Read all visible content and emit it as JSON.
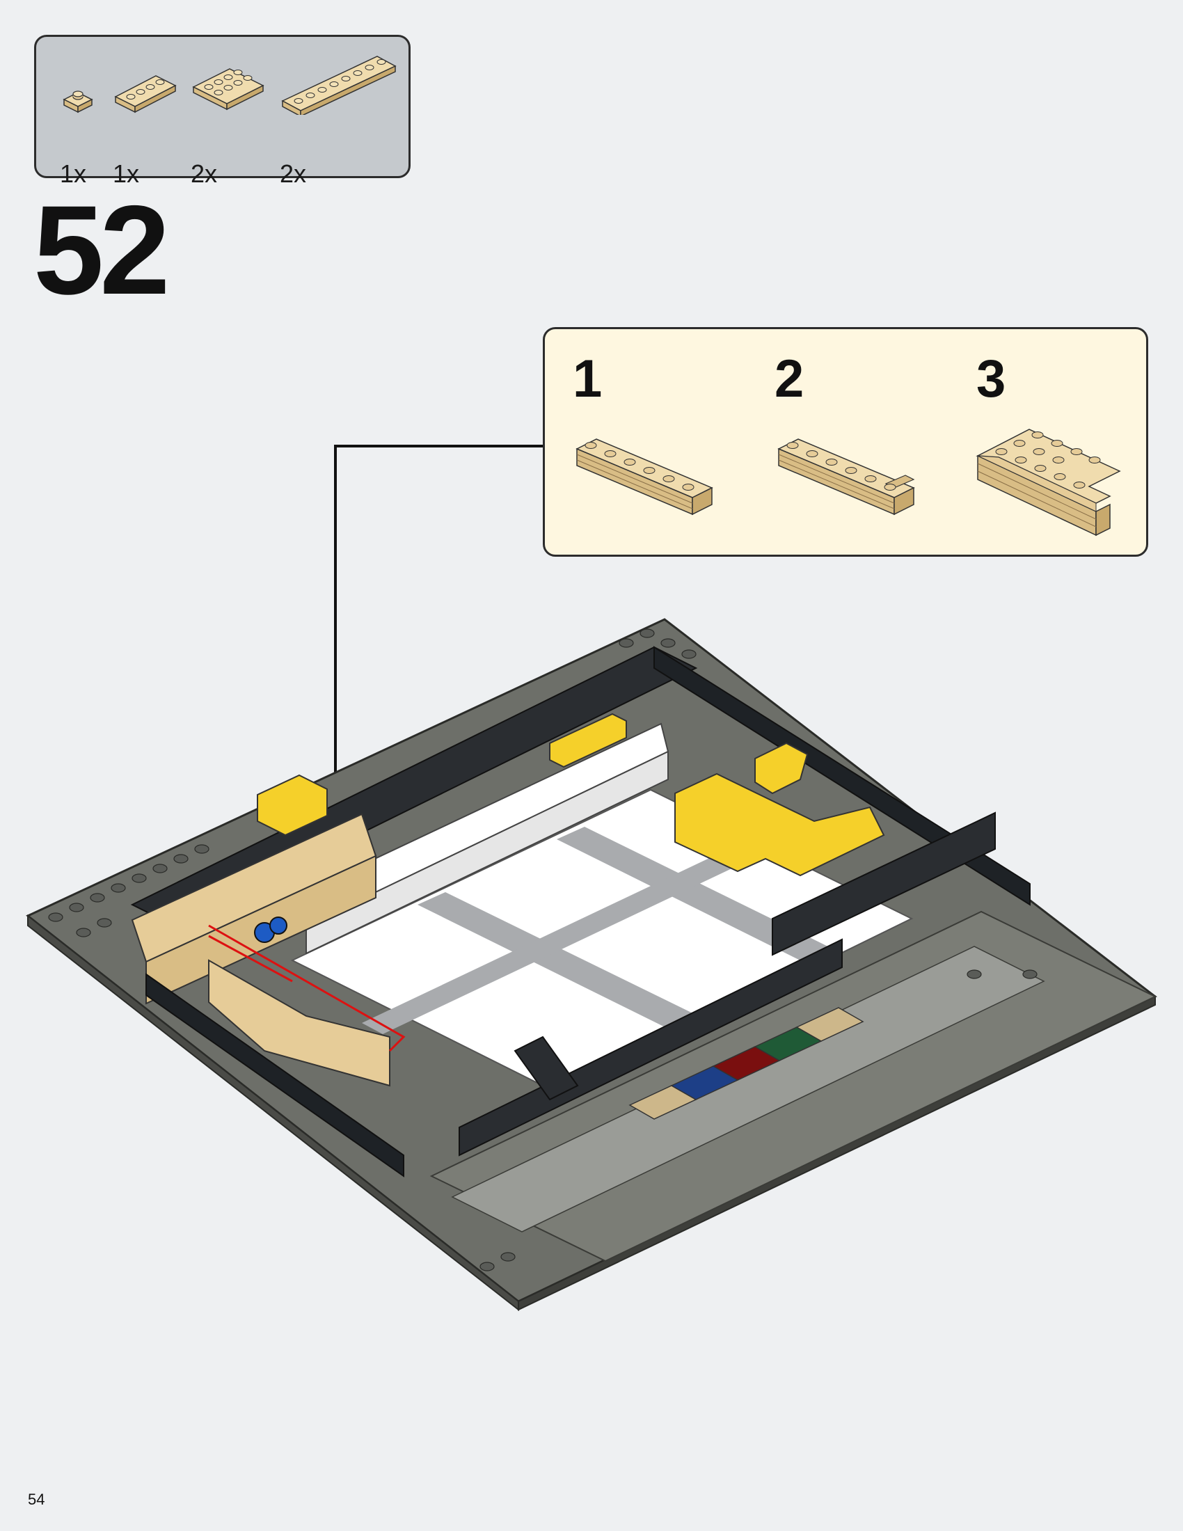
{
  "parts_list": {
    "items": [
      {
        "qty": "1x",
        "icon": "tan-plate-1x1-icon"
      },
      {
        "qty": "1x",
        "icon": "tan-plate-1x4-icon"
      },
      {
        "qty": "2x",
        "icon": "tan-plate-2x4-icon"
      },
      {
        "qty": "2x",
        "icon": "tan-plate-1x8-icon"
      }
    ]
  },
  "step": {
    "number": "52"
  },
  "callout": {
    "substeps": [
      {
        "number": "1",
        "icon": "tan-brick-stack-1x6-icon"
      },
      {
        "number": "2",
        "icon": "tan-brick-stack-1x6-notched-icon"
      },
      {
        "number": "3",
        "icon": "tan-brick-corner-assembly-icon"
      }
    ]
  },
  "page": {
    "number": "54"
  },
  "colors": {
    "tan": "#e6cc98",
    "dark_gray": "#5a5c58",
    "black": "#1e2226",
    "white": "#ffffff",
    "yellow": "#f5d02a",
    "light_gray": "#a9abae",
    "callout_bg": "#fef7e0",
    "parts_bg": "#c5c9cd"
  }
}
